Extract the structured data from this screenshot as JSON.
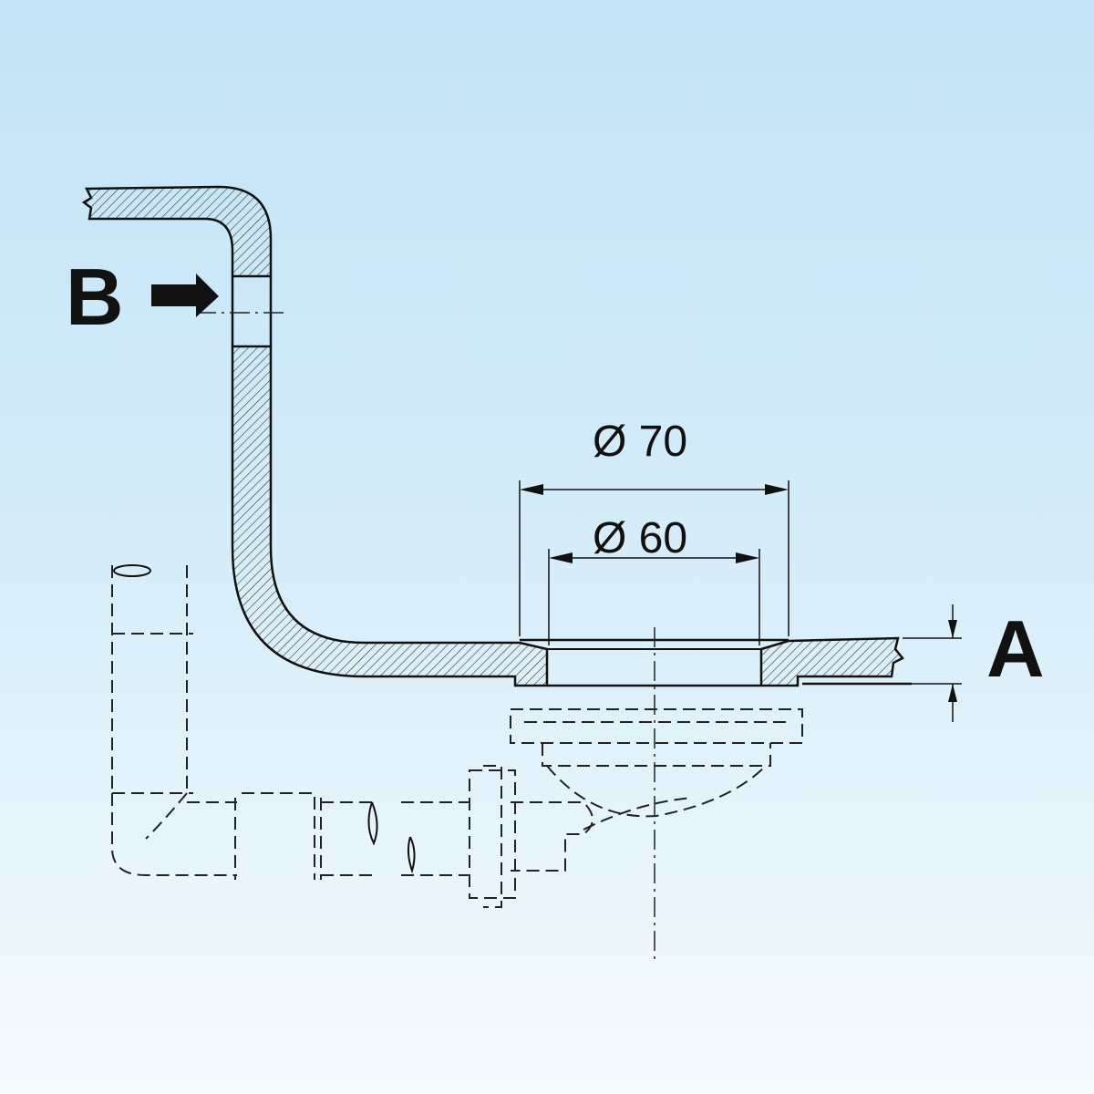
{
  "labels": {
    "b": "B",
    "a": "A",
    "dia_outer": "Ø 70",
    "dia_inner": "Ø 60"
  },
  "colors": {
    "background_top": "#c2e3f6",
    "background_bottom": "#f6fbfe",
    "line": "#111111"
  }
}
